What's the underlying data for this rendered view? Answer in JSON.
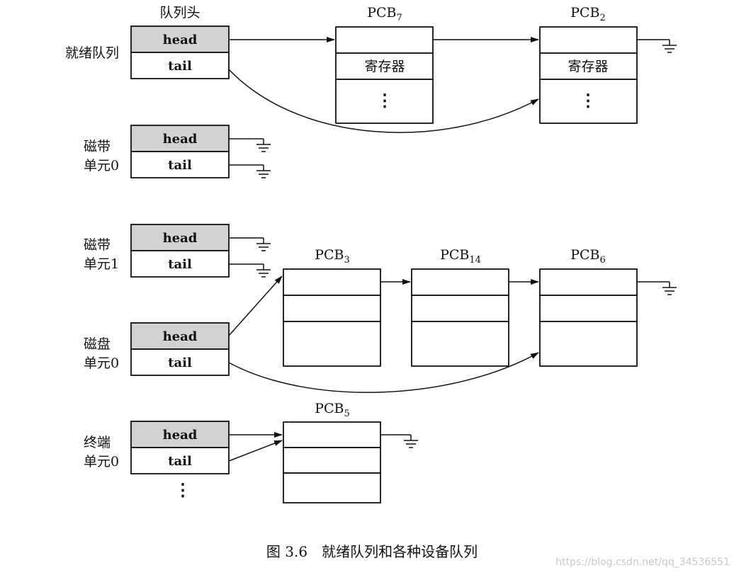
{
  "header": {
    "label": "队列头"
  },
  "queues": [
    {
      "id": "ready",
      "label_lines": [
        "就绪队列"
      ],
      "head": "head",
      "tail": "tail"
    },
    {
      "id": "tape0",
      "label_lines": [
        "磁带",
        "单元0"
      ],
      "head": "head",
      "tail": "tail"
    },
    {
      "id": "tape1",
      "label_lines": [
        "磁带",
        "单元1"
      ],
      "head": "head",
      "tail": "tail"
    },
    {
      "id": "disk0",
      "label_lines": [
        "磁盘",
        "单元0"
      ],
      "head": "head",
      "tail": "tail"
    },
    {
      "id": "term0",
      "label_lines": [
        "终端",
        "单元0"
      ],
      "head": "head",
      "tail": "tail"
    }
  ],
  "pcbs": [
    {
      "id": "pcb7",
      "title": "PCB",
      "sub": "7",
      "register": "寄存器",
      "dots": "⋮"
    },
    {
      "id": "pcb2",
      "title": "PCB",
      "sub": "2",
      "register": "寄存器",
      "dots": "⋮"
    },
    {
      "id": "pcb3",
      "title": "PCB",
      "sub": "3"
    },
    {
      "id": "pcb14",
      "title": "PCB",
      "sub": "14"
    },
    {
      "id": "pcb6",
      "title": "PCB",
      "sub": "6"
    },
    {
      "id": "pcb5",
      "title": "PCB",
      "sub": "5"
    }
  ],
  "more_dots": "⋮",
  "caption": "图 3.6　就绪队列和各种设备队列",
  "watermark": "https://blog.csdn.net/qq_34536551"
}
